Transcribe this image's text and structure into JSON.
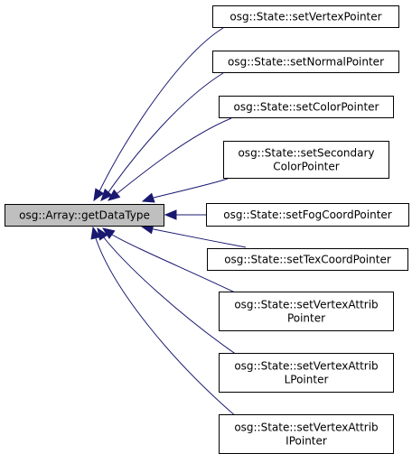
{
  "source": {
    "id": "getDataType",
    "label": [
      "osg::Array::getDataType"
    ],
    "fill": "#bfbfbf"
  },
  "callers": [
    {
      "id": "setVertexPointer",
      "label": [
        "osg::State::setVertexPointer"
      ]
    },
    {
      "id": "setNormalPointer",
      "label": [
        "osg::State::setNormalPointer"
      ]
    },
    {
      "id": "setColorPointer",
      "label": [
        "osg::State::setColorPointer"
      ]
    },
    {
      "id": "setSecondaryColorPointer",
      "label": [
        "osg::State::setSecondary",
        "ColorPointer"
      ]
    },
    {
      "id": "setFogCoordPointer",
      "label": [
        "osg::State::setFogCoordPointer"
      ]
    },
    {
      "id": "setTexCoordPointer",
      "label": [
        "osg::State::setTexCoordPointer"
      ]
    },
    {
      "id": "setVertexAttribPointer",
      "label": [
        "osg::State::setVertexAttrib",
        "Pointer"
      ]
    },
    {
      "id": "setVertexAttribLPointer",
      "label": [
        "osg::State::setVertexAttrib",
        "LPointer"
      ]
    },
    {
      "id": "setVertexAttribIPointer",
      "label": [
        "osg::State::setVertexAttrib",
        "IPointer"
      ]
    }
  ],
  "colors": {
    "edge": "#191970",
    "border": "#000000",
    "node_fill": "#ffffff"
  }
}
